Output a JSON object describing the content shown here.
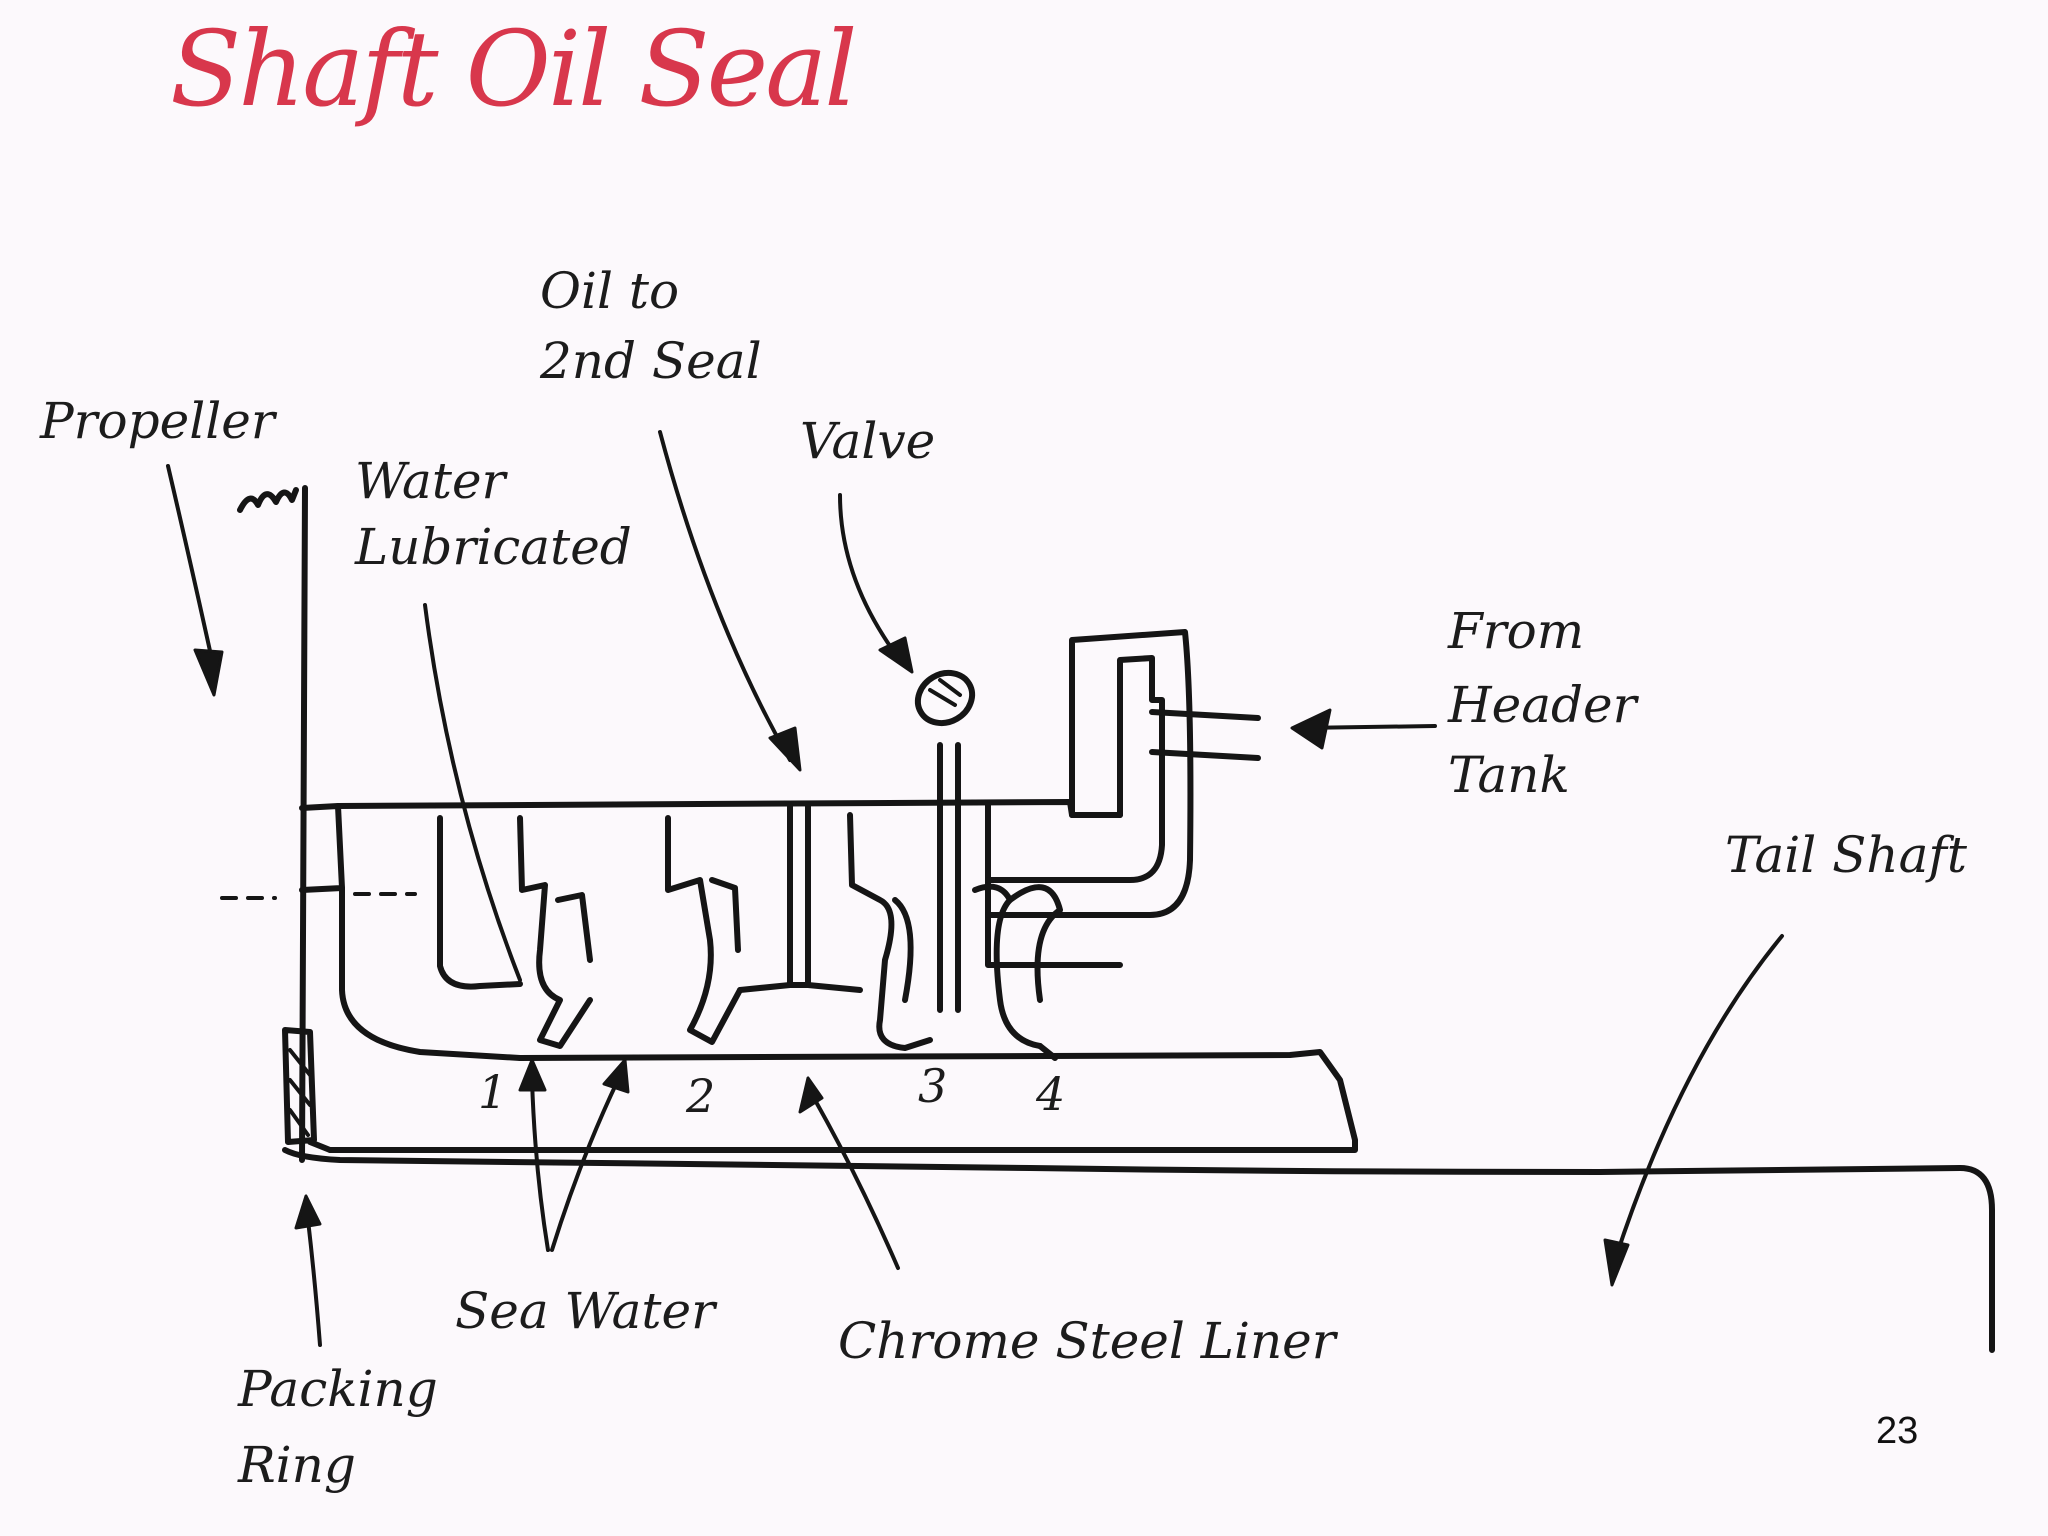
{
  "title": "Shaft Oil Seal",
  "labels": {
    "oil_to_l1": "Oil to",
    "oil_to_l2": "2nd Seal",
    "propeller": "Propeller",
    "water_l1": "Water",
    "water_l2": "Lubricated",
    "valve": "Valve",
    "from_l1": "From",
    "from_l2": "Header",
    "from_l3": "Tank",
    "tail_shaft": "Tail Shaft",
    "sea_water": "Sea Water",
    "chrome_liner": "Chrome Steel Liner",
    "packing_l1": "Packing",
    "packing_l2": "Ring"
  },
  "seal_numbers": [
    "1",
    "2",
    "3",
    "4"
  ],
  "page_number": "23",
  "colors": {
    "title": "#d8374c",
    "ink": "#151515",
    "background": "#fcf9fc"
  }
}
